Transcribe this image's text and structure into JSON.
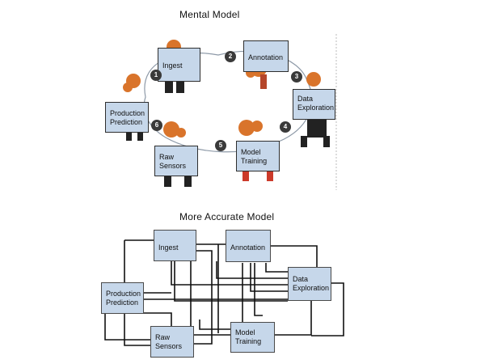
{
  "top": {
    "title": "Mental Model",
    "stages": {
      "ingest": "Ingest",
      "annotation": "Annotation",
      "data_exploration": "Data Exploration",
      "model_training": "Model Training",
      "raw_sensors": "Raw Sensors",
      "production_prediction": "Production Prediction"
    },
    "markers": [
      "1",
      "2",
      "3",
      "4",
      "5",
      "6"
    ]
  },
  "bottom": {
    "title": "More Accurate Model",
    "stages": {
      "ingest": "Ingest",
      "annotation": "Annotation",
      "data_exploration": "Data Exploration",
      "model_training": "Model Training",
      "raw_sensors": "Raw Sensors",
      "production_prediction": "Production Prediction"
    }
  },
  "colors": {
    "box_fill": "#c6d7ea",
    "hair": "#d9742b",
    "marker": "#3a3a3a"
  }
}
